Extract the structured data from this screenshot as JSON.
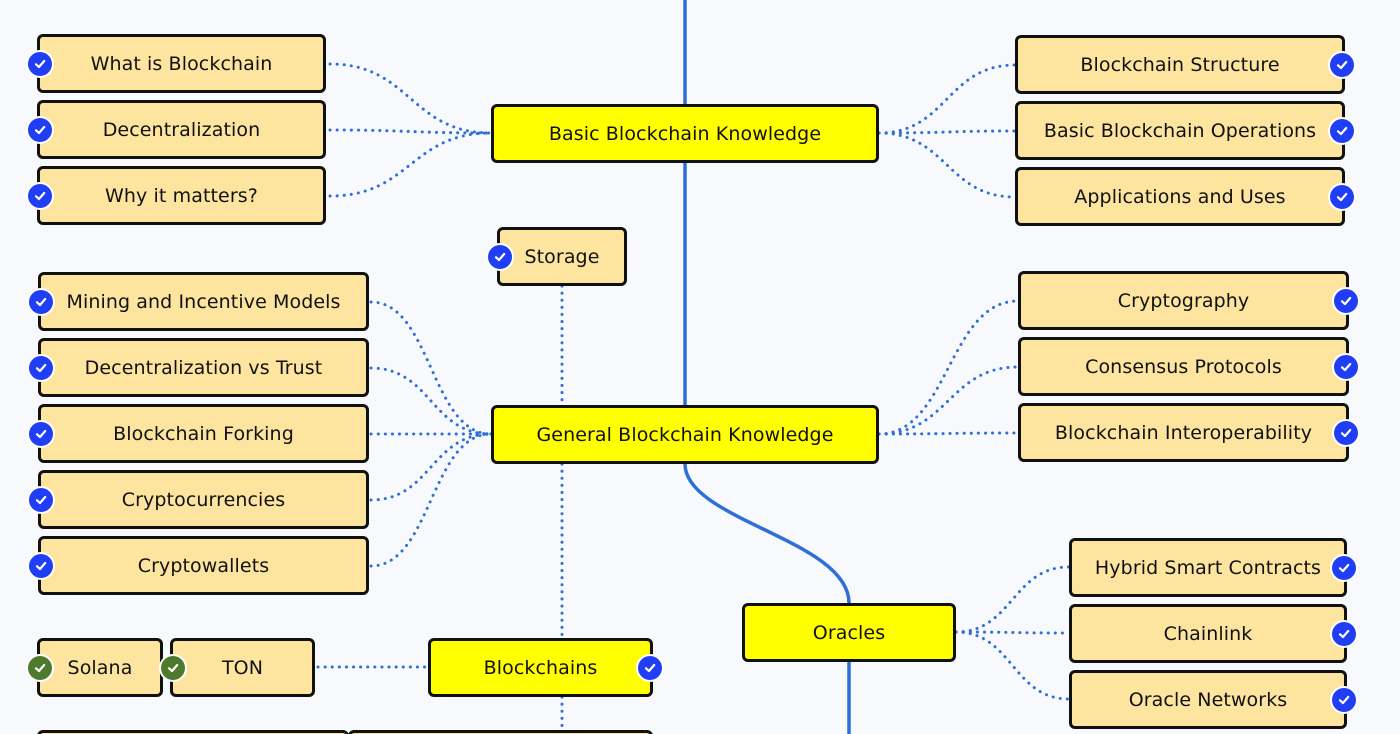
{
  "colors": {
    "topic_fill": "#fde49f",
    "hub_fill": "#ffff00",
    "border": "#111111",
    "spine_line": "#2f6fd8",
    "dotted_line": "#2f6fd8",
    "check_blue": "#1f3ef5",
    "check_green": "#4d7a2d",
    "background": "#f8f9fc"
  },
  "icons": {
    "check_done": "check-circle-icon",
    "check_alt": "check-circle-icon-green"
  },
  "hubs": {
    "basic": "Basic Blockchain Knowledge",
    "general": "General Blockchain Knowledge",
    "blockchains": "Blockchains",
    "oracles": "Oracles"
  },
  "storage": "Storage",
  "basic_left": [
    "What is Blockchain",
    "Decentralization",
    "Why it matters?"
  ],
  "basic_right": [
    "Blockchain Structure",
    "Basic Blockchain Operations",
    "Applications and Uses"
  ],
  "general_left": [
    "Mining and Incentive Models",
    "Decentralization vs Trust",
    "Blockchain Forking",
    "Cryptocurrencies",
    "Cryptowallets"
  ],
  "general_right": [
    "Cryptography",
    "Consensus Protocols",
    "Blockchain Interoperability"
  ],
  "chains": [
    "Solana",
    "TON"
  ],
  "oracles_right": [
    "Hybrid Smart Contracts",
    "Chainlink",
    "Oracle Networks"
  ]
}
